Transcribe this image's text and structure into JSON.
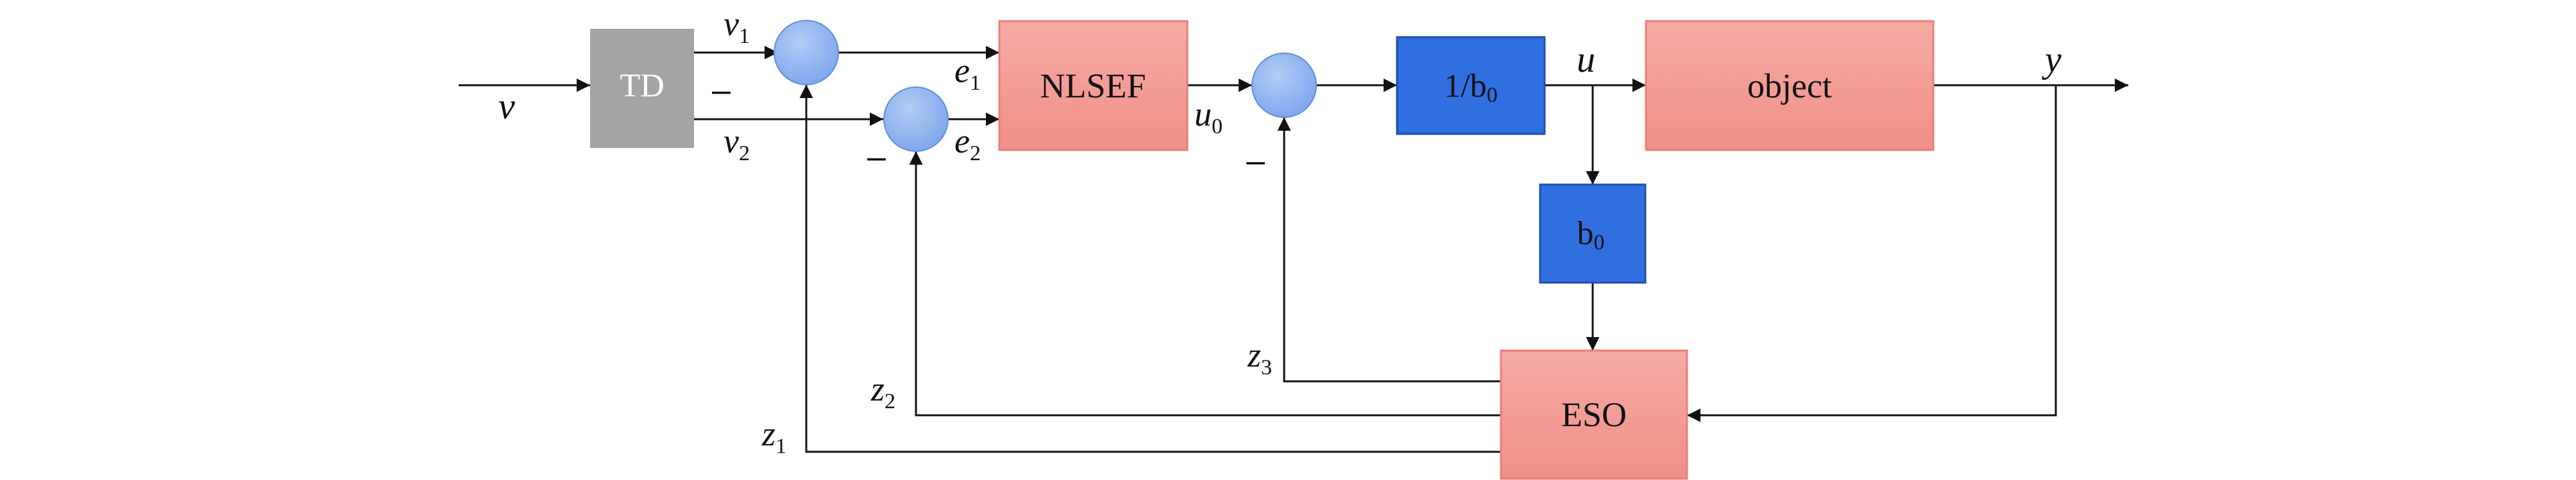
{
  "blocks": {
    "td": "TD",
    "nlsef": "NLSEF",
    "inv_b0": {
      "base": "1/b",
      "sub": "0"
    },
    "object": "object",
    "b0": {
      "base": "b",
      "sub": "0"
    },
    "eso": "ESO"
  },
  "signals": {
    "v": "v",
    "v1": {
      "base": "v",
      "sub": "1"
    },
    "v2": {
      "base": "v",
      "sub": "2"
    },
    "e1": {
      "base": "e",
      "sub": "1"
    },
    "e2": {
      "base": "e",
      "sub": "2"
    },
    "u0": {
      "base": "u",
      "sub": "0"
    },
    "u": "u",
    "y": "y",
    "z1": {
      "base": "z",
      "sub": "1"
    },
    "z2": {
      "base": "z",
      "sub": "2"
    },
    "z3": {
      "base": "z",
      "sub": "3"
    }
  },
  "minus_sign": "–",
  "colors": {
    "gray_block": "#a3a5a2",
    "red_block": "#f4a09a",
    "red_block_stroke": "#ec7e76",
    "blue_block": "#2f6fe0",
    "blue_block_stroke": "#1d4fb0",
    "sum_fill": "#8fb3f0",
    "sum_stroke": "#5e8fe0"
  }
}
